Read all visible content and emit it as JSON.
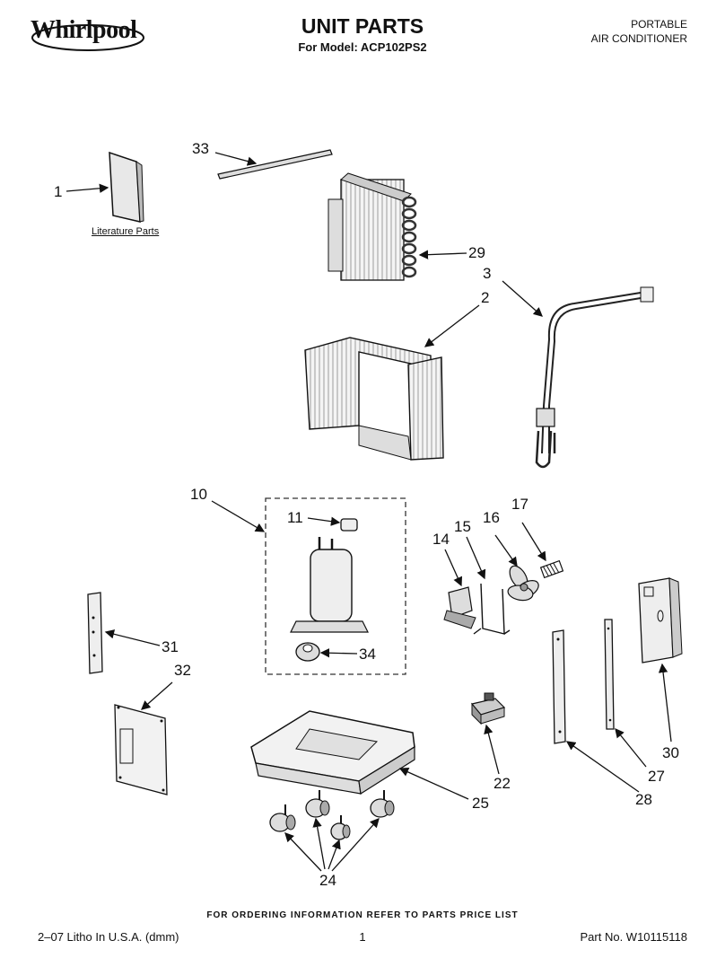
{
  "header": {
    "brand": "Whirlpool",
    "title": "UNIT PARTS",
    "model_line": "For Model: ACP102PS2",
    "category_line1": "PORTABLE",
    "category_line2": "AIR CONDITIONER"
  },
  "literature_label": "Literature Parts",
  "callouts": {
    "c1": "1",
    "c2": "2",
    "c3": "3",
    "c10": "10",
    "c11": "11",
    "c14": "14",
    "c15": "15",
    "c16": "16",
    "c17": "17",
    "c22": "22",
    "c24": "24",
    "c25": "25",
    "c27": "27",
    "c28": "28",
    "c29": "29",
    "c30": "30",
    "c31": "31",
    "c32": "32",
    "c33": "33",
    "c34": "34"
  },
  "footer": {
    "order_note": "FOR ORDERING INFORMATION REFER TO PARTS PRICE LIST",
    "litho": "2–07 Litho In U.S.A. (dmm)",
    "page": "1",
    "part_no": "Part No. W10115118"
  }
}
